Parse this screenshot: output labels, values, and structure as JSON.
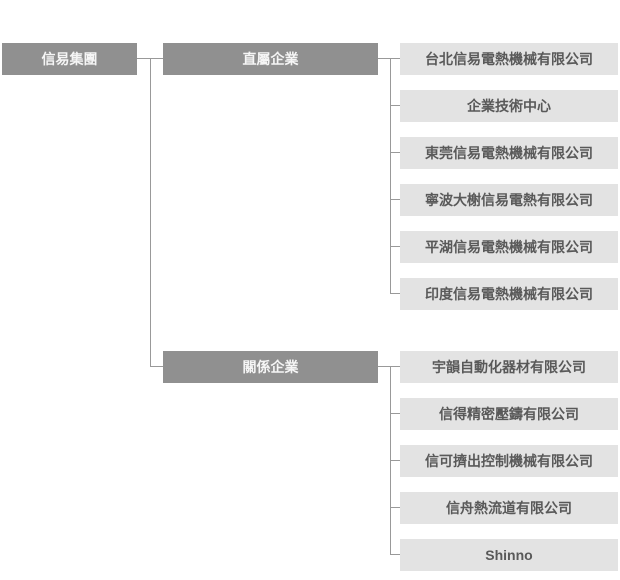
{
  "colors": {
    "header_bg": "#909090",
    "header_text": "#f5f5f5",
    "node_bg": "#e3e3e3",
    "node_text": "#595959",
    "line": "#999999",
    "dotted_edge": "#a6a6a6"
  },
  "org_chart": {
    "root": {
      "label": "信易集團"
    },
    "groups": [
      {
        "label": "直屬企業",
        "companies": [
          "台北信易電熱機械有限公司",
          "企業技術中心",
          "東莞信易電熱機械有限公司",
          "寧波大榭信易電熱有限公司",
          "平湖信易電熱機械有限公司",
          "印度信易電熱機械有限公司"
        ]
      },
      {
        "label": "關係企業",
        "companies": [
          "宇韻自動化器材有限公司",
          "信得精密壓鑄有限公司",
          "信可擠出控制機械有限公司",
          "信舟熱流道有限公司",
          "Shinno"
        ]
      }
    ]
  }
}
